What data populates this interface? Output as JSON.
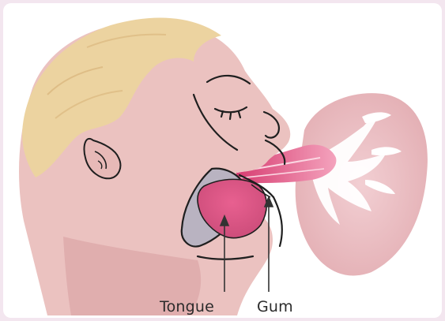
{
  "labels": {
    "tongue": "Tongue",
    "gum": "Gum"
  },
  "colors": {
    "background": "#f3e6ef",
    "panel": "#ffffff",
    "skin": "#ebc2c0",
    "skin_shade": "#dca7a8",
    "hair": "#ecd3a0",
    "breast": "#e9b8bb",
    "milk_duct": "#e04d7c",
    "tongue": "#de6b8d",
    "outline": "#1f1f1f",
    "pointer": "#333333"
  },
  "icons": {
    "illustration": "infant-latching-on-breast-illustration"
  }
}
